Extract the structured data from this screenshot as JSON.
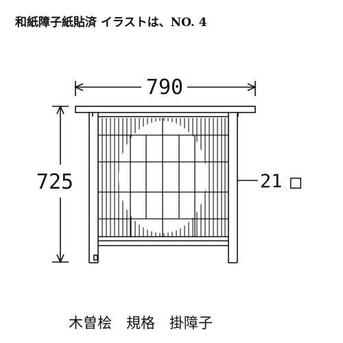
{
  "header": {
    "title": "和紙障子紙貼済 イラストは、NO. 4"
  },
  "dimensions": {
    "width": "790",
    "height": "725",
    "member": "21",
    "member_symbol": "□"
  },
  "footer": {
    "caption": "木曽桧　規格　掛障子"
  }
}
